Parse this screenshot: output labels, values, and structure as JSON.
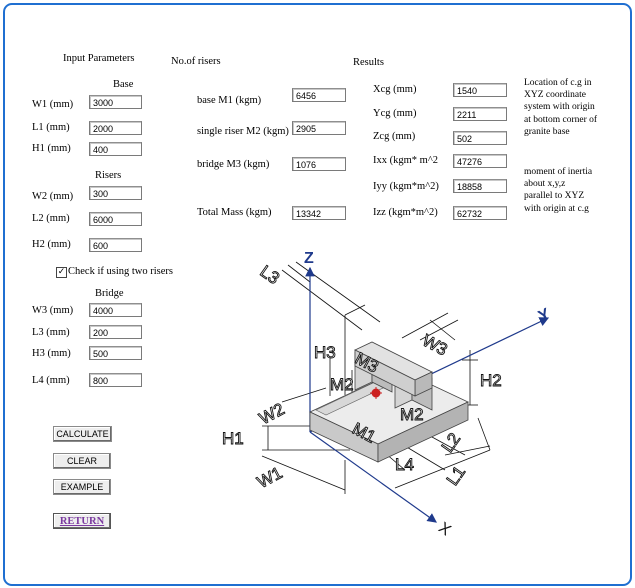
{
  "input_section": {
    "title": "Input Parameters",
    "base": {
      "header": "Base",
      "fields": [
        {
          "label": "W1 (mm)",
          "value": "3000"
        },
        {
          "label": "L1 (mm)",
          "value": "2000"
        },
        {
          "label": "H1 (mm)",
          "value": "400"
        }
      ]
    },
    "risers": {
      "header": "Risers",
      "fields": [
        {
          "label": "W2 (mm)",
          "value": "300"
        },
        {
          "label": "L2 (mm)",
          "value": "6000"
        },
        {
          "label": "H2 (mm)",
          "value": "600"
        }
      ]
    },
    "two_risers": {
      "label": "Check if using two risers",
      "checked": true,
      "mark": "✓"
    },
    "bridge": {
      "header": "Bridge",
      "fields": [
        {
          "label": "W3 (mm)",
          "value": "4000"
        },
        {
          "label": "L3 (mm)",
          "value": "200"
        },
        {
          "label": "H3 (mm)",
          "value": "500"
        },
        {
          "label": "L4 (mm)",
          "value": "800"
        }
      ]
    }
  },
  "buttons": {
    "calculate": "CALCULATE",
    "clear": "CLEAR",
    "example": "EXAMPLE",
    "return": "RETURN"
  },
  "risers_section": {
    "title": "No.of risers",
    "fields": [
      {
        "label": "base M1 (kgm)",
        "value": "6456"
      },
      {
        "label": "single riser M2 (kgm)",
        "value": "2905"
      },
      {
        "label": "bridge M3 (kgm)",
        "value": "1076"
      },
      {
        "label": "Total Mass (kgm)",
        "value": "13342"
      }
    ]
  },
  "results": {
    "title": "Results",
    "fields": [
      {
        "label": "Xcg (mm)",
        "value": "1540"
      },
      {
        "label": "Ycg (mm)",
        "value": "2211"
      },
      {
        "label": "Zcg (mm)",
        "value": "502"
      },
      {
        "label": "Ixx (kgm* m^2",
        "value": "47276"
      },
      {
        "label": "Iyy (kgm*m^2)",
        "value": "18858"
      },
      {
        "label": "Izz (kgm*m^2)",
        "value": "62732"
      }
    ],
    "note_location": [
      "Location of c.g in",
      "XYZ coordinate",
      "system with origin",
      "at bottom corner of",
      "granite base"
    ],
    "note_inertia": [
      "moment of inertia",
      "about x,y,z",
      "parallel to XYZ",
      "with origin at c.g"
    ]
  },
  "diagram": {
    "axes": {
      "x": "X",
      "y": "Y",
      "z": "Z"
    },
    "dims": {
      "L3": "L3",
      "H3": "H3",
      "W3": "W3",
      "M3": "M3",
      "M2": "M2",
      "W2": "W2",
      "H2": "H2",
      "H1": "H1",
      "M1": "M1",
      "W1": "W1",
      "L4": "L4",
      "L2": "L2",
      "L1": "L1"
    },
    "colors": {
      "block": "#dcdcdc",
      "block_side": "#bdbdbd",
      "block_top": "#ececec",
      "cg_marker": "#cc1f1f",
      "axis": "#1f3a8c"
    }
  }
}
